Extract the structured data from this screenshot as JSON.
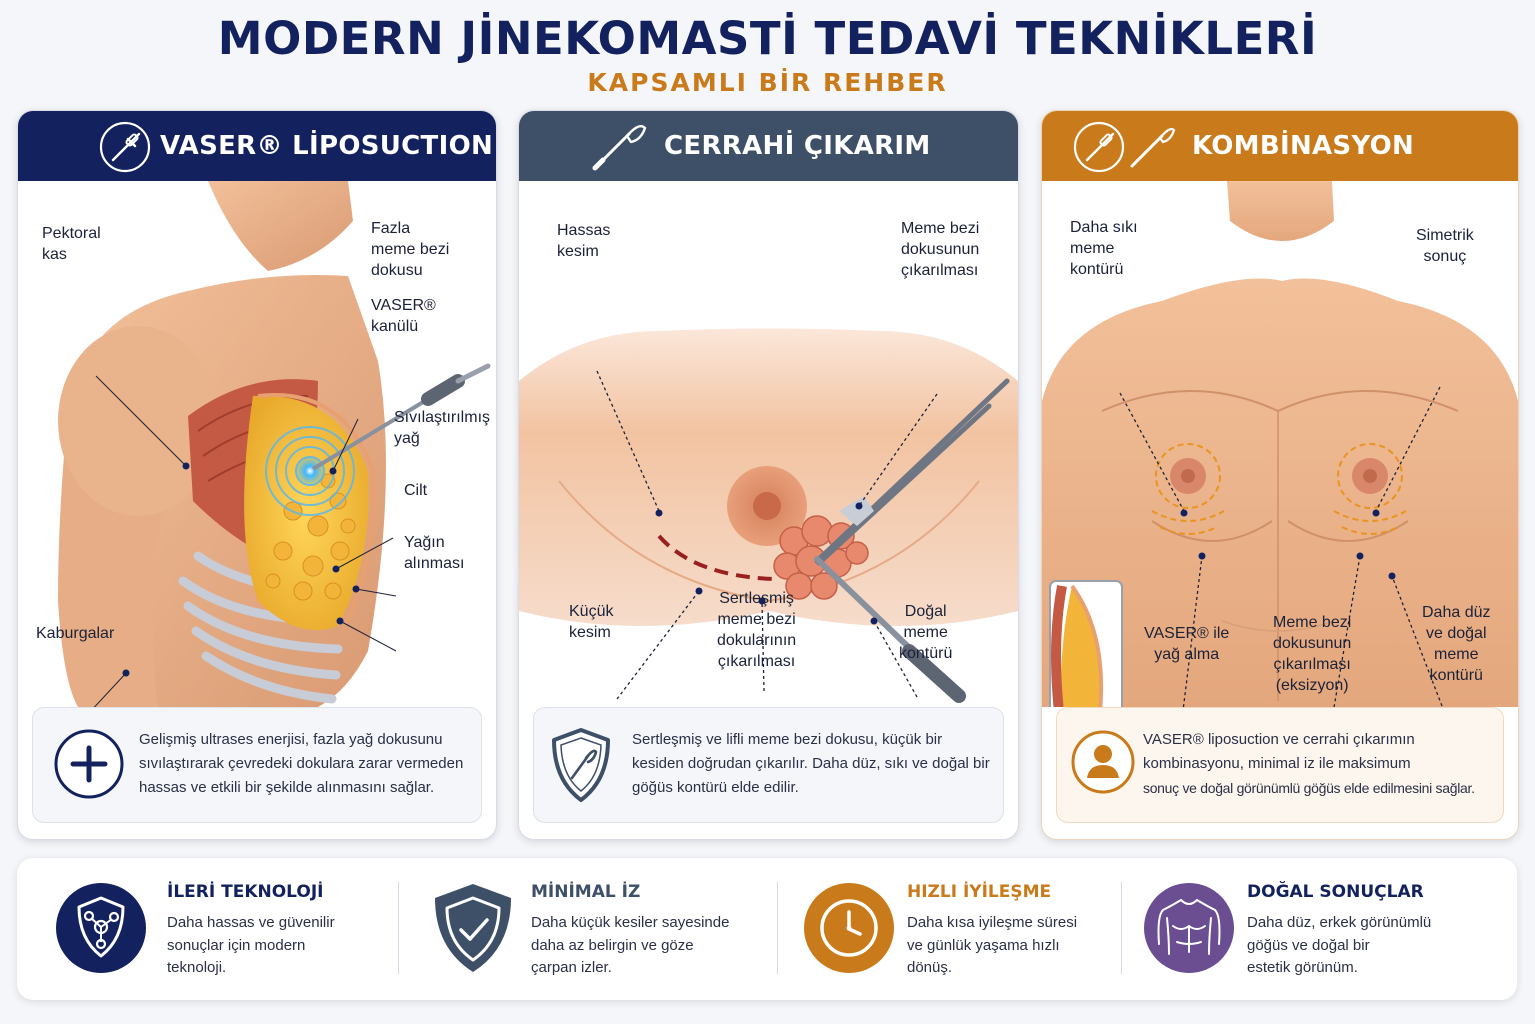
{
  "header": {
    "title": "MODERN JİNEKOMASTİ TEDAVİ TEKNİKLERİ",
    "subtitle": "KAPSAMLI BİR REHBER"
  },
  "colors": {
    "navy": "#13225e",
    "slate": "#3d5068",
    "orange": "#c97a1a",
    "purple": "#6b4e91"
  },
  "panels": [
    {
      "title": "VASER® LİPOSUCTION",
      "icon": "cannula-icon",
      "labels": {
        "pectoral": "Pektoral\nkas",
        "excess_tissue": "Fazla\nmeme bezi\ndokusu",
        "cannula": "VASER®\nkanülü",
        "liquefied_fat": "Sıvılaştırılmış\nyağ",
        "skin": "Cilt",
        "fat_removal": "Yağın\nalınması",
        "ribs": "Kaburgalar"
      },
      "desc_icon": "plus-icon",
      "description": "Gelişmiş ultrases enerjisi, fazla yağ dokusunu sıvılaştırarak çevredeki dokulara zarar vermeden hassas ve etkili bir şekilde alınmasını sağlar."
    },
    {
      "title": "CERRAHİ ÇIKARIM",
      "icon": "scalpel-icon",
      "labels": {
        "precise_cut": "Hassas\nkesim",
        "gland_removal": "Meme bezi\ndokusunun\nçıkarılması",
        "small_cut": "Küçük\nkesim",
        "hardened_tissue": "Sertleşmiş\nmeme bezi\ndokularının\nçıkarılması",
        "natural_contour": "Doğal\nmeme\nkontürü"
      },
      "desc_icon": "shield-scalpel-icon",
      "description": "Sertleşmiş ve lifli meme bezi dokusu, küçük bir kesiden doğrudan çıkarılır. Daha düz, sıkı ve doğal bir göğüs kontürü elde edilir."
    },
    {
      "title": "KOMBİNASYON TEKNİĞİ",
      "icon": "cannula-scalpel-icon",
      "labels": {
        "tighter_contour": "Daha sıkı\nmeme\nkontürü",
        "symmetric": "Simetrik\nsonuç",
        "vaser_fat": "VASER® ile\nyağ alma",
        "excision": "Meme bezi\ndokusunun\nçıkarılması\n(eksizyon)",
        "flatter_contour": "Daha düz\nve doğal\nmeme\nkontürü"
      },
      "desc_icon": "person-icon",
      "description_lines": [
        "VASER® liposuction ve cerrahi çıkarımın",
        "kombinasyonu, minimal iz ile maksimum",
        "sonuç ve doğal görünümlü göğüs elde edilmesini sağlar."
      ]
    }
  ],
  "features": [
    {
      "title": "İLERİ TEKNOLOJİ",
      "text": "Daha hassas ve güvenilir\nsonuçlar için modern\nteknoloji.",
      "icon": "molecule-shield-icon",
      "color": "#13225e"
    },
    {
      "title": "MİNİMAL İZ",
      "text": "Daha küçük kesiler sayesinde\ndaha az belirgin ve göze\nçarpan izler.",
      "icon": "check-shield-icon",
      "color": "#3d5068"
    },
    {
      "title": "HIZLI İYİLEŞME",
      "text": "Daha kısa iyileşme süresi\nve günlük yaşama hızlı\ndönüş.",
      "icon": "clock-icon",
      "color": "#c97a1a"
    },
    {
      "title": "DOĞAL SONUÇLAR",
      "text": "Daha düz, erkek görünümlü\ngöğüs ve doğal bir\nestetik görünüm.",
      "icon": "torso-icon",
      "color": "#6b4e91"
    }
  ]
}
